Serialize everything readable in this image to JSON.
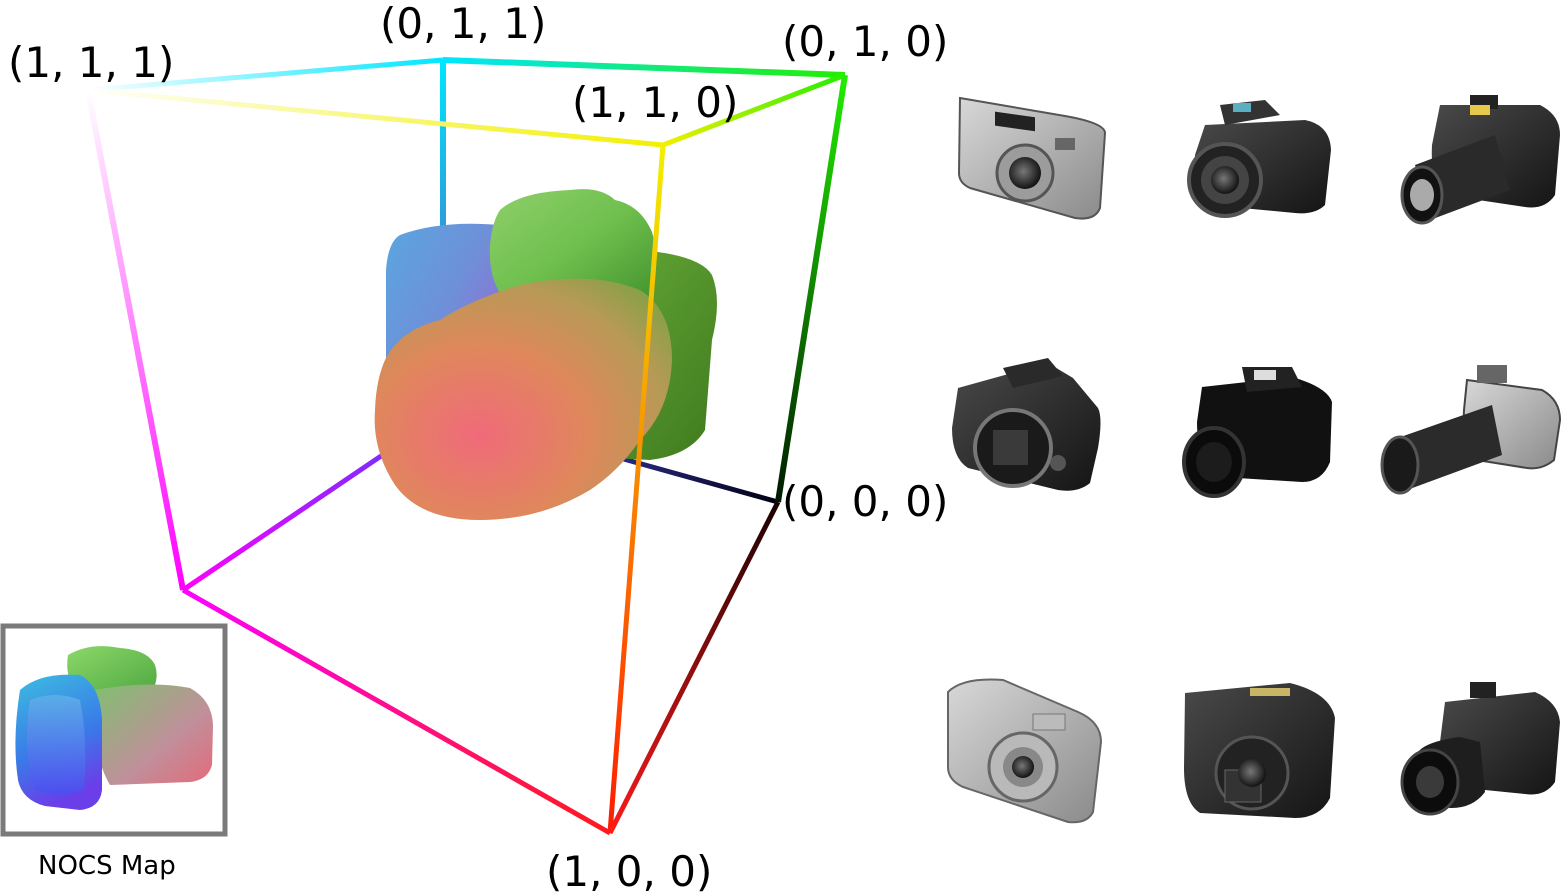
{
  "cube": {
    "corner_labels": {
      "c111": "(1, 1, 1)",
      "c011": "(0, 1, 1)",
      "c010": "(0, 1, 0)",
      "c110": "(1, 1, 0)",
      "c000": "(0, 0, 0)",
      "c100": "(1, 0, 0)"
    }
  },
  "inset": {
    "caption": "NOCS Map"
  },
  "gallery": {
    "icon": "camera-icon",
    "rows": [
      [
        "silver-compact",
        "dslr-dark",
        "dslr-zoom"
      ],
      [
        "dslr-body-no-lens",
        "dslr-black-wide-lens",
        "slr-long-telephoto"
      ],
      [
        "silver-compact-2",
        "black-compact",
        "slr-hooded-lens"
      ]
    ]
  }
}
